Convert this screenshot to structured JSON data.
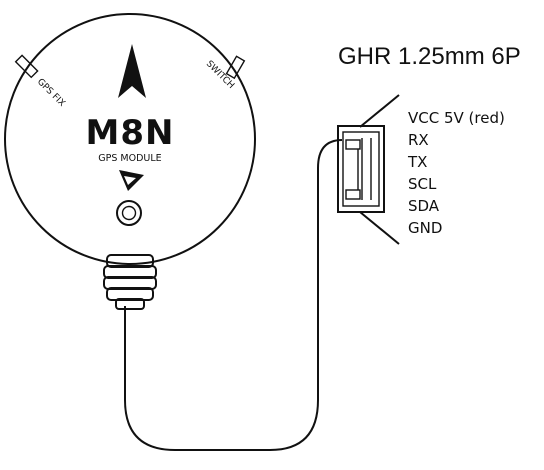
{
  "module": {
    "brand": "M8N",
    "subtitle": "GPS MODULE",
    "led_left_label": "GPS FIX",
    "led_right_label": "SWITCH"
  },
  "connector": {
    "title": "GHR 1.25mm 6P",
    "pins": [
      "VCC 5V  (red)",
      "RX",
      "TX",
      "SCL",
      "SDA",
      "GND"
    ]
  },
  "icons": [
    "north-arrow-icon",
    "logo-chevron-icon"
  ]
}
